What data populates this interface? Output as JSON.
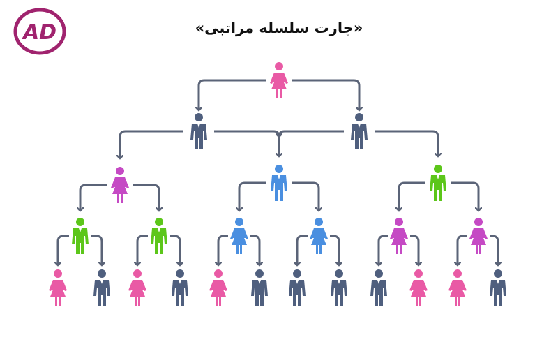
{
  "title": "«چارت سلسله مراتبی»",
  "logo": {
    "text": "AD",
    "color": "#a0236e"
  },
  "colors": {
    "pink": "#e95aa5",
    "navy": "#4f5f7e",
    "green": "#5cc61a",
    "blue": "#4a8fe0",
    "purple": "#c54ac4",
    "arrow": "#5b6478"
  },
  "nodes": [
    {
      "id": "root",
      "gender": "female",
      "color": "pink",
      "parent": null
    },
    {
      "id": "l1a",
      "gender": "male",
      "color": "navy",
      "parent": "root"
    },
    {
      "id": "l1b",
      "gender": "male",
      "color": "navy",
      "parent": "root"
    },
    {
      "id": "l2a",
      "gender": "female",
      "color": "purple",
      "parent": "l1a"
    },
    {
      "id": "l2b",
      "gender": "male",
      "color": "blue",
      "parent": "l1a+l1b"
    },
    {
      "id": "l2c",
      "gender": "male",
      "color": "green",
      "parent": "l1b"
    },
    {
      "id": "l3a",
      "gender": "male",
      "color": "green",
      "parent": "l2a"
    },
    {
      "id": "l3b",
      "gender": "male",
      "color": "green",
      "parent": "l2a"
    },
    {
      "id": "l3c",
      "gender": "female",
      "color": "blue",
      "parent": "l2b"
    },
    {
      "id": "l3d",
      "gender": "female",
      "color": "blue",
      "parent": "l2b"
    },
    {
      "id": "l3e",
      "gender": "female",
      "color": "purple",
      "parent": "l2c"
    },
    {
      "id": "l3f",
      "gender": "female",
      "color": "purple",
      "parent": "l2c"
    },
    {
      "id": "l4a",
      "gender": "female",
      "color": "pink",
      "parent": "l3a"
    },
    {
      "id": "l4b",
      "gender": "male",
      "color": "navy",
      "parent": "l3a"
    },
    {
      "id": "l4c",
      "gender": "female",
      "color": "pink",
      "parent": "l3b"
    },
    {
      "id": "l4d",
      "gender": "male",
      "color": "navy",
      "parent": "l3b"
    },
    {
      "id": "l4e",
      "gender": "female",
      "color": "pink",
      "parent": "l3c"
    },
    {
      "id": "l4f",
      "gender": "male",
      "color": "navy",
      "parent": "l3c"
    },
    {
      "id": "l4g",
      "gender": "male",
      "color": "navy",
      "parent": "l3d"
    },
    {
      "id": "l4h",
      "gender": "male",
      "color": "navy",
      "parent": "l3d"
    },
    {
      "id": "l4i",
      "gender": "male",
      "color": "navy",
      "parent": "l3e"
    },
    {
      "id": "l4j",
      "gender": "female",
      "color": "pink",
      "parent": "l3e"
    },
    {
      "id": "l4k",
      "gender": "female",
      "color": "pink",
      "parent": "l3f"
    },
    {
      "id": "l4l",
      "gender": "male",
      "color": "navy",
      "parent": "l3f"
    }
  ]
}
